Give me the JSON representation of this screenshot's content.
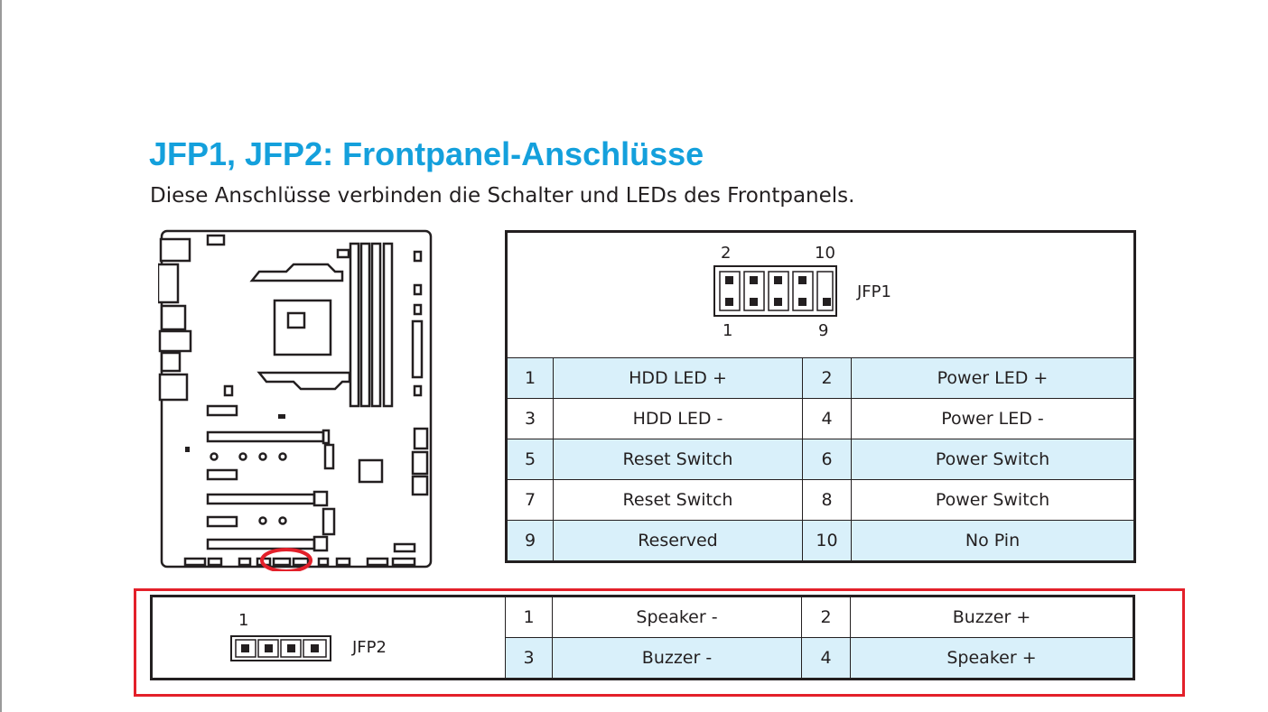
{
  "heading": {
    "title": "JFP1, JFP2: Frontpanel-Anschlüsse",
    "subtitle": "Diese Anschlüsse verbinden die Schalter und LEDs des Frontpanels."
  },
  "jfp1": {
    "connector_name": "JFP1",
    "pin_label_top_left": "2",
    "pin_label_top_right": "10",
    "pin_label_bottom_left": "1",
    "pin_label_bottom_right": "9",
    "rows": [
      {
        "pin_a": "1",
        "signal_a": "HDD LED +",
        "pin_b": "2",
        "signal_b": "Power LED +"
      },
      {
        "pin_a": "3",
        "signal_a": "HDD LED -",
        "pin_b": "4",
        "signal_b": "Power LED -"
      },
      {
        "pin_a": "5",
        "signal_a": "Reset Switch",
        "pin_b": "6",
        "signal_b": "Power Switch"
      },
      {
        "pin_a": "7",
        "signal_a": "Reset Switch",
        "pin_b": "8",
        "signal_b": "Power Switch"
      },
      {
        "pin_a": "9",
        "signal_a": "Reserved",
        "pin_b": "10",
        "signal_b": "No Pin"
      }
    ]
  },
  "jfp2": {
    "connector_name": "JFP2",
    "pin_label_first": "1",
    "rows": [
      {
        "pin_a": "1",
        "signal_a": "Speaker -",
        "pin_b": "2",
        "signal_b": "Buzzer +"
      },
      {
        "pin_a": "3",
        "signal_a": "Buzzer -",
        "pin_b": "4",
        "signal_b": "Speaker +"
      }
    ]
  },
  "colors": {
    "title": "#14a0dc",
    "row_highlight": "#d9f0fa",
    "frame_highlight": "#e3202a",
    "ink": "#231f20"
  }
}
